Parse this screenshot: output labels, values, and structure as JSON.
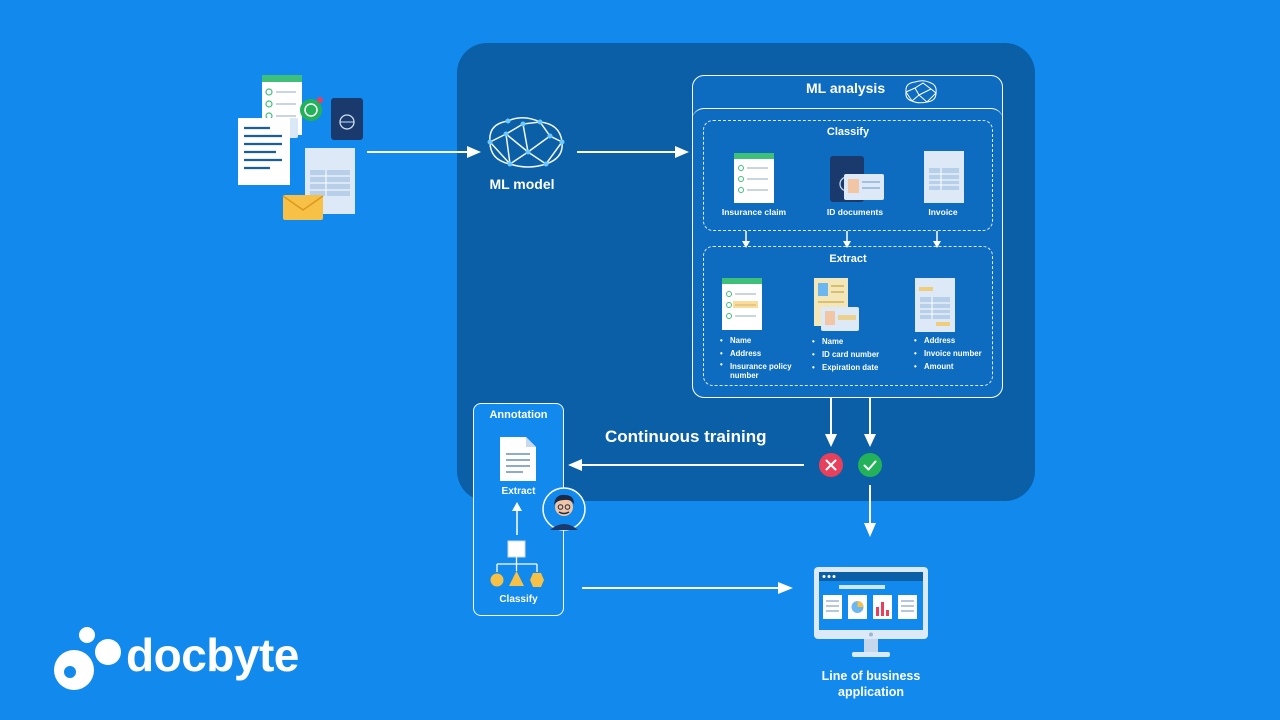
{
  "ml_model": {
    "label": "ML model"
  },
  "ml_analysis": {
    "title": "ML analysis",
    "classify": {
      "title": "Classify",
      "items": [
        "Insurance claim",
        "ID documents",
        "Invoice"
      ]
    },
    "extract": {
      "title": "Extract",
      "columns": [
        [
          "Name",
          "Address",
          "Insurance policy number"
        ],
        [
          "Name",
          "ID card number",
          "Expiration date"
        ],
        [
          "Address",
          "Invoice number",
          "Amount"
        ]
      ]
    }
  },
  "continuous_training": {
    "label": "Continuous training"
  },
  "annotation": {
    "title": "Annotation",
    "extract_label": "Extract",
    "classify_label": "Classify"
  },
  "lob": {
    "label_line1": "Line of business",
    "label_line2": "application"
  },
  "logo": {
    "text": "docbyte"
  },
  "colors": {
    "background": "#1289ec",
    "panel": "#0b5fa6",
    "reject": "#e6405c",
    "accept": "#23b25a",
    "doc_green": "#3ec07a",
    "envelope": "#f7c046",
    "passport": "#1a3a6e"
  },
  "icons": {
    "reject": "x-icon",
    "accept": "check-icon",
    "brain": "brain-network-icon",
    "monitor": "computer-monitor-icon",
    "person": "annotator-avatar-icon"
  }
}
